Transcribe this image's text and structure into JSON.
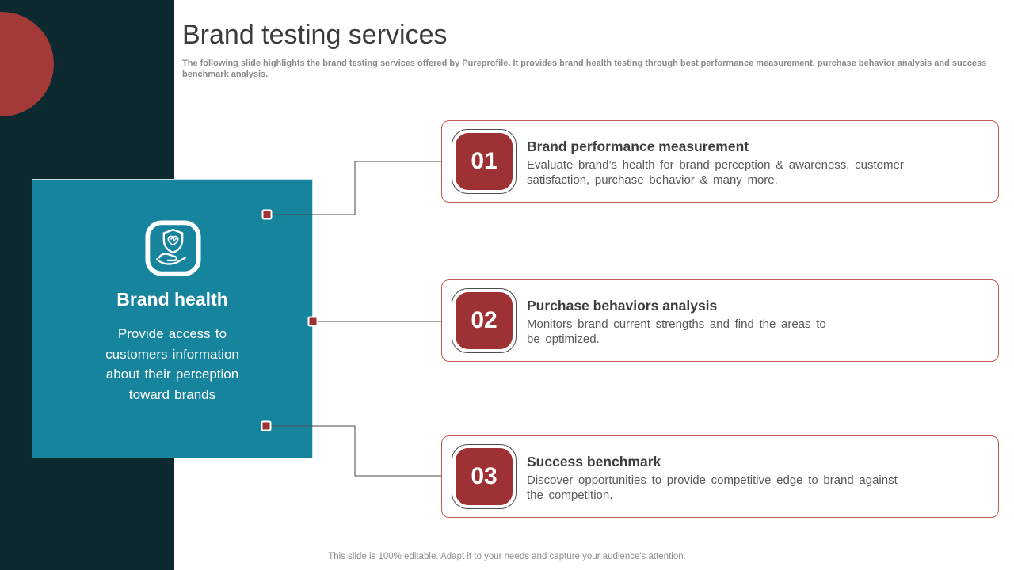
{
  "slide": {
    "title": "Brand testing services",
    "subtitle": "The following slide highlights the brand testing services offered by Pureprofile. It provides brand health testing through best performance measurement, purchase behavior analysis and success\nbenchmark analysis.",
    "footer": "This slide is 100% editable. Adapt it to your needs and capture your audience's attention."
  },
  "brand_panel": {
    "icon": "hand-holding-shield-heart-icon",
    "title": "Brand health",
    "description": "Provide access to\ncustomers information\nabout their perception\ntoward brands"
  },
  "cards": [
    {
      "number": "01",
      "title": "Brand performance measurement",
      "description": "Evaluate brand’s health for brand perception & awareness, customer\nsatisfaction, purchase behavior & many more."
    },
    {
      "number": "02",
      "title": "Purchase behaviors analysis",
      "description": "Monitors brand current strengths and find the areas to\nbe optimized."
    },
    {
      "number": "03",
      "title": "Success benchmark",
      "description": "Discover opportunities to provide competitive edge to brand against\nthe competition."
    }
  ],
  "colors": {
    "sidebar_dark": "#0c2930",
    "accent_red": "#a33a37",
    "tile_red": "#9e3133",
    "panel_teal": "#17849e",
    "card_border": "#c05a52",
    "connector_line": "#4a4a4a"
  }
}
